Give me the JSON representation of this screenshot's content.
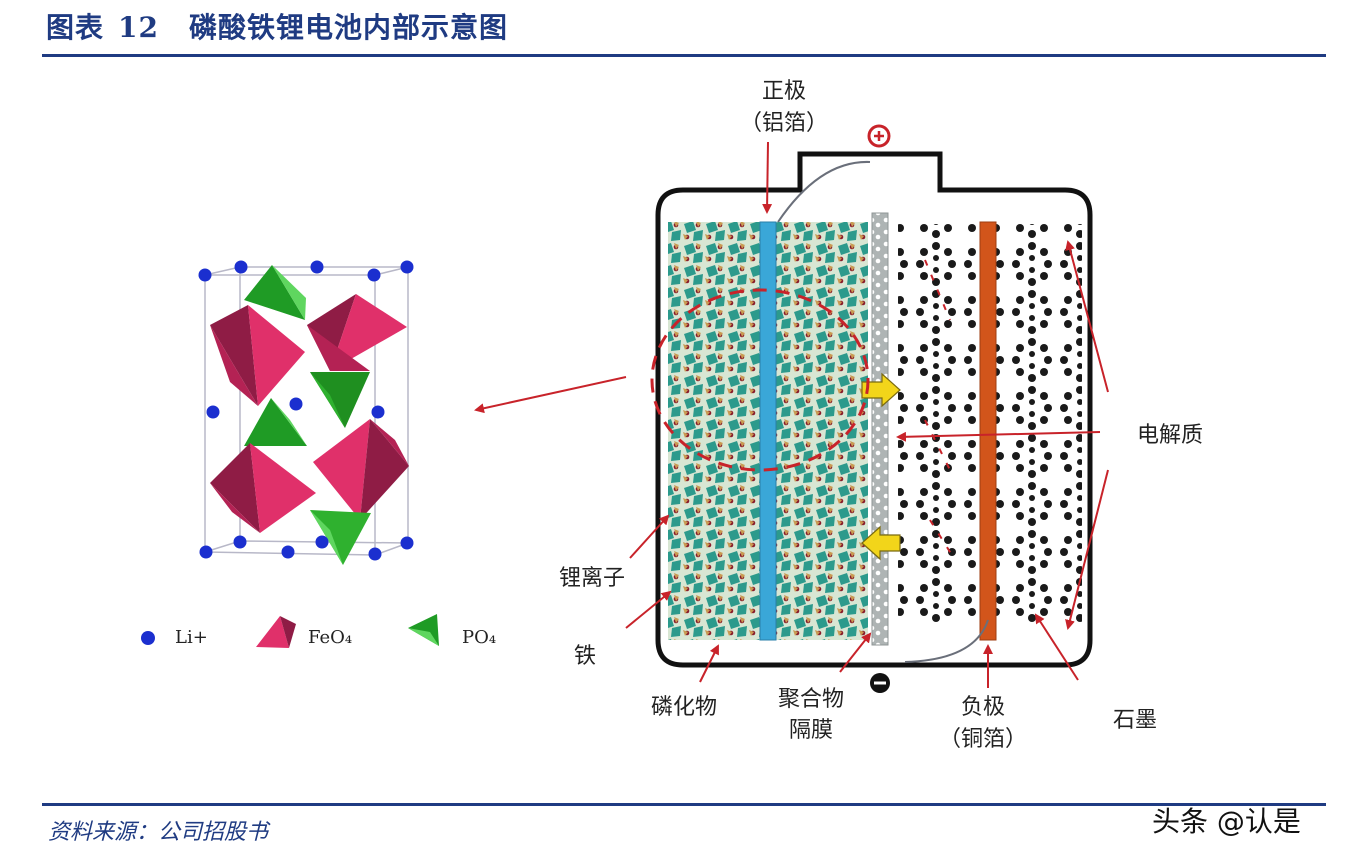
{
  "header": {
    "prefix": "图表",
    "number": "12",
    "title": "磷酸铁锂电池内部示意图"
  },
  "footer": {
    "source": "资料来源：公司招股书",
    "watermark": "头条 @认是"
  },
  "labels": {
    "cathode": "正极",
    "cathode_sub": "（铝箔）",
    "electrolyte": "电解质",
    "lithium_ion": "锂离子",
    "iron": "铁",
    "phosphide": "磷化物",
    "separator_1": "聚合物",
    "separator_2": "隔膜",
    "anode": "负极",
    "anode_sub": "（铜箔）",
    "graphite": "石墨"
  },
  "legend": [
    {
      "key": "li",
      "label": "Li+"
    },
    {
      "key": "feo4",
      "label": "FeO₄"
    },
    {
      "key": "po4",
      "label": "PO₄"
    }
  ],
  "colors": {
    "title_blue": "#1f3b82",
    "octahedron": "#e0306a",
    "tetrahedron": "#22b02a",
    "li_atom": "#1b2fcf",
    "collector_al": "#3aa7d8",
    "collector_cu": "#d2551b",
    "arrow": "#c8232a"
  }
}
